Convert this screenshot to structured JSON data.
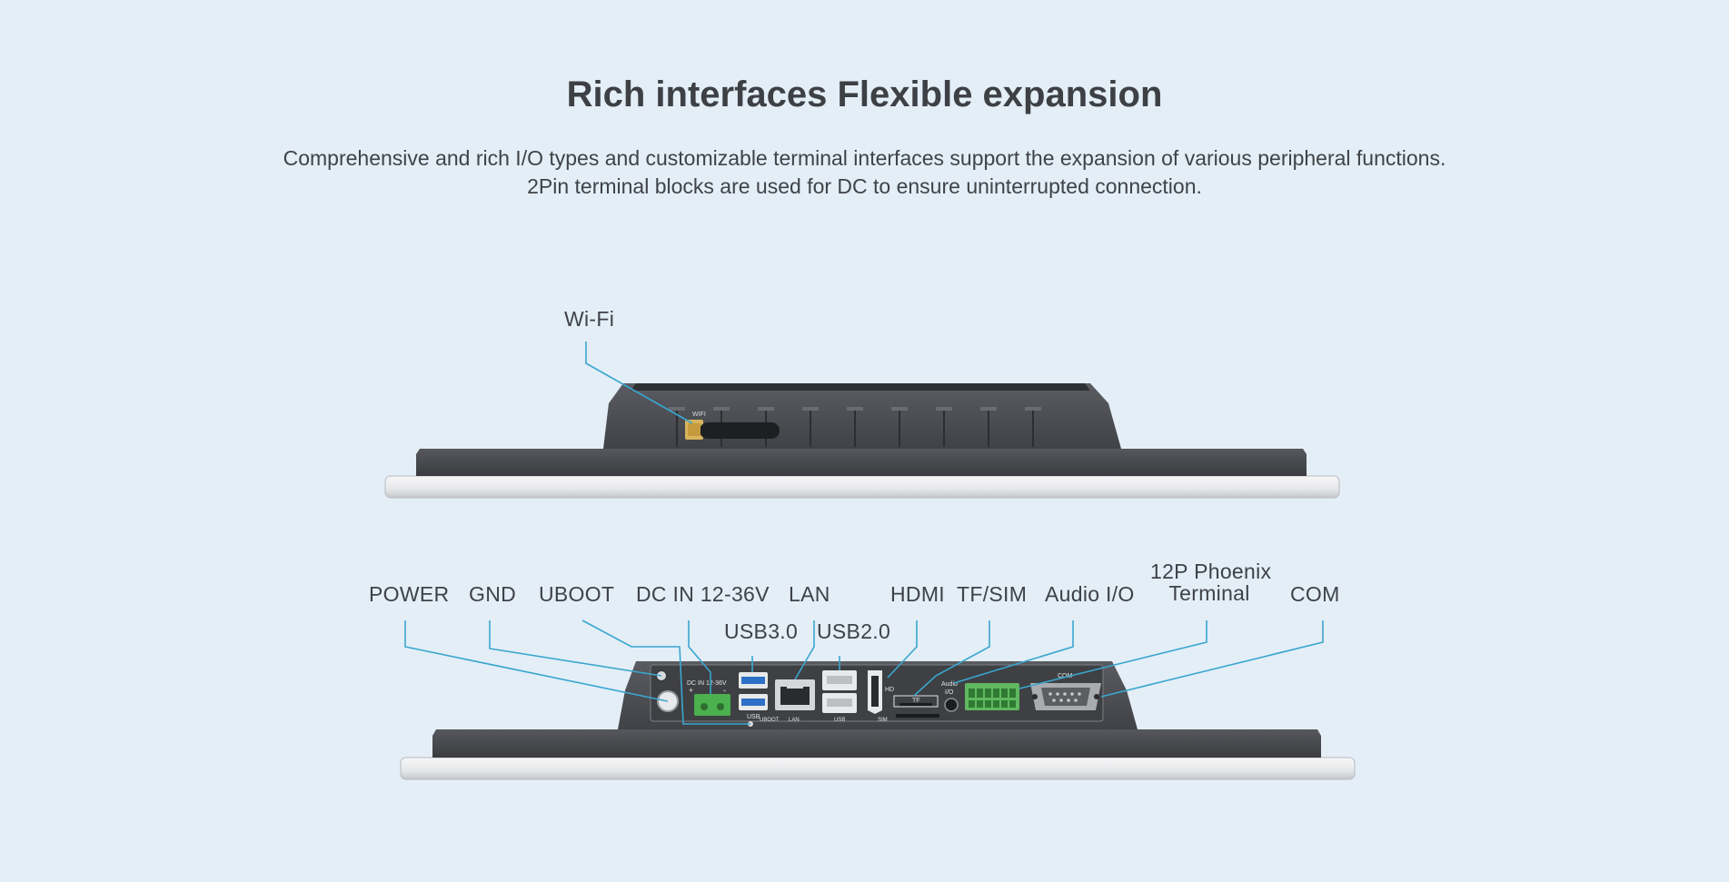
{
  "header": {
    "title": "Rich interfaces Flexible expansion",
    "subtitle_line1": "Comprehensive and rich I/O types and customizable terminal interfaces support the expansion of various peripheral functions.",
    "subtitle_line2": "2Pin terminal blocks are used for DC to ensure uninterrupted connection."
  },
  "top_view": {
    "labels": {
      "wifi": "Wi-Fi"
    },
    "antenna_print": "WIFI"
  },
  "bottom_view": {
    "labels": {
      "power": "POWER",
      "gnd": "GND",
      "uboot": "UBOOT",
      "dcin": "DC IN 12-36V",
      "lan": "LAN",
      "usb30": "USB3.0",
      "usb20": "USB2.0",
      "hdmi": "HDMI",
      "tfsim": "TF/SIM",
      "audio": "Audio I/O",
      "phoenix_line1": "12P Phoenix",
      "phoenix_line2": "Terminal",
      "com": "COM"
    },
    "panel_print": {
      "dcin": "DC IN 12-36V",
      "plus": "+",
      "minus": "-",
      "uboot": "UBOOT",
      "lan": "LAN",
      "usb": "USB",
      "usb_small": "USB",
      "sim": "SIM",
      "hd": "HD",
      "tf": "TF",
      "audio_line1": "Audio",
      "audio_line2": "I/O",
      "com": "COM"
    }
  },
  "colors": {
    "background": "#e3eef7",
    "callout_line": "#3aa6cf",
    "device_body": "#4a4c51",
    "bezel": "#e9eaec"
  }
}
